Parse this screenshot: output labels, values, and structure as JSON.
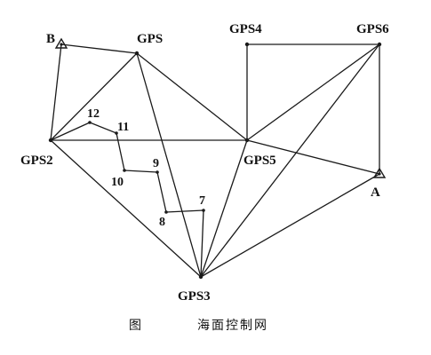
{
  "nodes": {
    "B": {
      "label": "B",
      "type": "control-point"
    },
    "A": {
      "label": "A",
      "type": "control-point"
    },
    "GPS": {
      "label": "GPS",
      "type": "station"
    },
    "GPS2": {
      "label": "GPS2",
      "type": "station"
    },
    "GPS3": {
      "label": "GPS3",
      "type": "station"
    },
    "GPS4": {
      "label": "GPS4",
      "type": "station"
    },
    "GPS5": {
      "label": "GPS5",
      "type": "station"
    },
    "GPS6": {
      "label": "GPS6",
      "type": "station"
    },
    "P7": {
      "label": "7",
      "type": "traverse-point"
    },
    "P8": {
      "label": "8",
      "type": "traverse-point"
    },
    "P9": {
      "label": "9",
      "type": "traverse-point"
    },
    "P10": {
      "label": "10",
      "type": "traverse-point"
    },
    "P11": {
      "label": "11",
      "type": "traverse-point"
    },
    "P12": {
      "label": "12",
      "type": "traverse-point"
    }
  },
  "edges": [
    [
      "B",
      "GPS"
    ],
    [
      "B",
      "GPS2"
    ],
    [
      "GPS",
      "GPS2"
    ],
    [
      "GPS",
      "GPS5"
    ],
    [
      "GPS",
      "GPS3"
    ],
    [
      "GPS2",
      "GPS5"
    ],
    [
      "GPS2",
      "GPS3"
    ],
    [
      "GPS4",
      "GPS6"
    ],
    [
      "GPS4",
      "GPS5"
    ],
    [
      "GPS6",
      "GPS5"
    ],
    [
      "GPS6",
      "GPS3"
    ],
    [
      "GPS6",
      "A"
    ],
    [
      "GPS5",
      "A"
    ],
    [
      "GPS5",
      "GPS3"
    ],
    [
      "A",
      "GPS3"
    ],
    [
      "GPS2",
      "P12"
    ],
    [
      "P12",
      "P11"
    ],
    [
      "P11",
      "P10"
    ],
    [
      "P10",
      "P9"
    ],
    [
      "P9",
      "P8"
    ],
    [
      "P8",
      "P7"
    ],
    [
      "P7",
      "GPS3"
    ]
  ],
  "caption": {
    "prefix": "图",
    "title": "海面控制网"
  }
}
